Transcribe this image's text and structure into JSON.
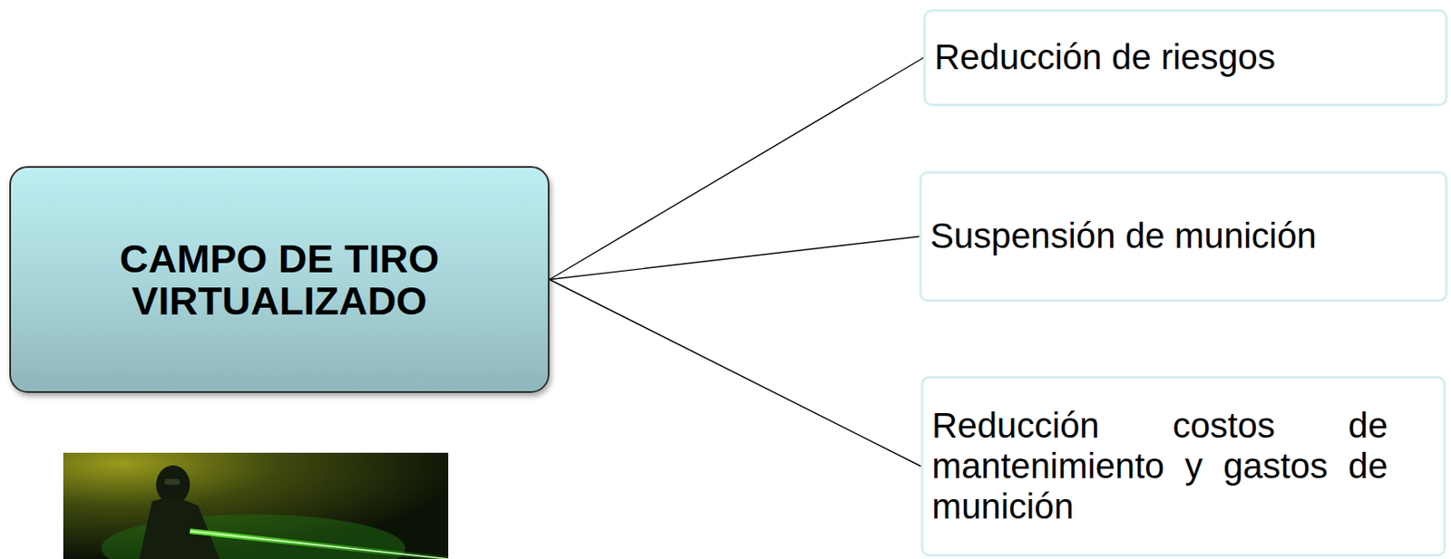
{
  "diagram": {
    "nodes": [
      {
        "text": [
          "CAMPO DE TIRO VIRTUALIZADO"
        ]
      },
      {
        "text": [
          "Reducción de riesgos"
        ]
      },
      {
        "text": [
          "Suspensión de munición"
        ]
      },
      {
        "text": [
          "Reducción costos de mantenimiento y gastos de munición"
        ]
      }
    ],
    "edges": [
      {
        "from": 0,
        "to": 1,
        "arrow": "none"
      },
      {
        "from": 0,
        "to": 2,
        "arrow": "none"
      },
      {
        "from": 0,
        "to": 3,
        "arrow": "none"
      }
    ]
  }
}
